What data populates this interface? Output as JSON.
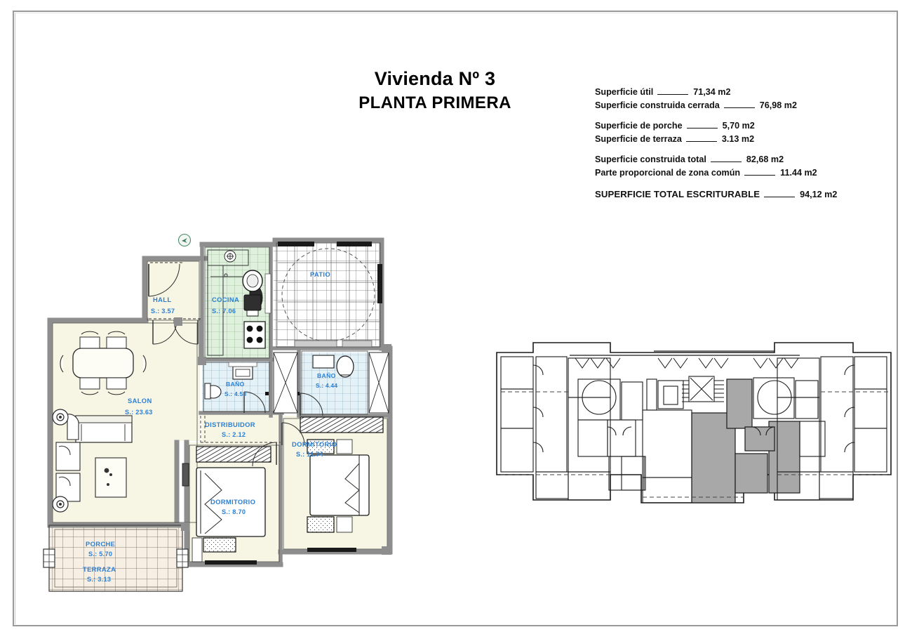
{
  "document": {
    "title_main": "Vivienda Nº 3",
    "title_sub": "PLANTA PRIMERA"
  },
  "specs": {
    "groups": [
      {
        "lines": [
          {
            "label": "Superficie útil",
            "value": "71,34 m2"
          },
          {
            "label": "Superficie construida cerrada",
            "value": "76,98 m2"
          }
        ]
      },
      {
        "lines": [
          {
            "label": "Superficie de porche",
            "value": "5,70 m2"
          },
          {
            "label": "Superficie de terraza",
            "value": "3.13 m2"
          }
        ]
      },
      {
        "lines": [
          {
            "label": "Superficie construida total",
            "value": "82,68 m2"
          },
          {
            "label": "Parte proporcional de zona común",
            "value": "11.44 m2"
          }
        ]
      },
      {
        "total": true,
        "lines": [
          {
            "label": "SUPERFICIE TOTAL ESCRITURABLE",
            "value": "94,12 m2"
          }
        ]
      }
    ]
  },
  "floorplan": {
    "rooms": {
      "hall": {
        "name": "HALL",
        "area": "S.: 3.57"
      },
      "cocina": {
        "name": "COCINA",
        "area": "S.: 7.06"
      },
      "patio": {
        "name": "PATIO",
        "area": ""
      },
      "salon": {
        "name": "SALON",
        "area": "S.: 23.63"
      },
      "bano1": {
        "name": "BAÑO",
        "area": "S.: 4.58"
      },
      "bano2": {
        "name": "BAÑO",
        "area": "S.: 4.44"
      },
      "distribuidor": {
        "name": "DISTRIBUIDOR",
        "area": "S.: 2.12"
      },
      "dormitorio1": {
        "name": "DORMITORIO",
        "area": "S.: 11.74"
      },
      "dormitorio2": {
        "name": "DORMITORIO",
        "area": "S.: 8.70"
      },
      "porche": {
        "name": "PORCHE",
        "area": "S.: 5.70"
      },
      "terraza": {
        "name": "TERRAZA",
        "area": "S.: 3.13"
      }
    },
    "colors": {
      "label_blue": "#2b7fd4",
      "wall_gray": "#8e8e8e",
      "salon_fill": "#f7f6e4",
      "kitchen_fill": "#dff0dc",
      "bath_fill": "#e4f2f8",
      "porch_fill": "#f5ece0",
      "highlight_gray": "#a8a8a8"
    }
  },
  "key_plan": {
    "caption": ""
  }
}
